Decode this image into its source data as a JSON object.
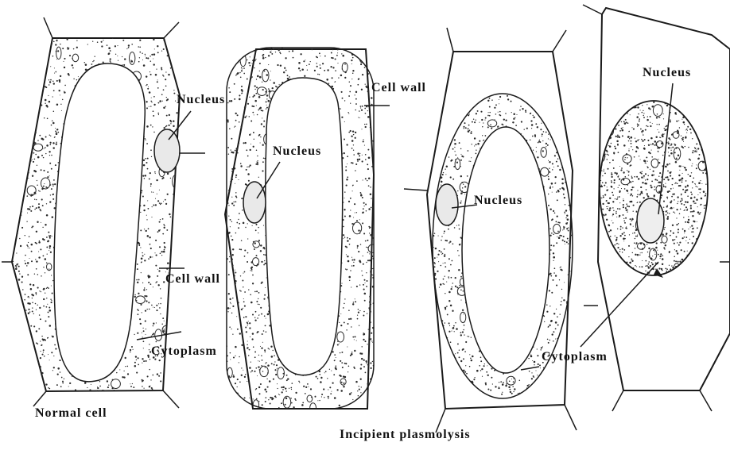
{
  "diagram": {
    "labels": {
      "cell1_nucleus": "Nucleus",
      "cell1_cell_wall": "Cell wall",
      "cell1_cytoplasm": "Cytoplasm",
      "cell1_caption": "Normal cell",
      "cell2_nucleus": "Nucleus",
      "cell2_cell_wall": "Cell wall",
      "cell3_nucleus": "Nucleus",
      "cell3_cytoplasm": "Cytoplasm",
      "cell4_nucleus": "Nucleus",
      "caption_center": "Incipient plasmolysis"
    },
    "colors": {
      "ink": "#1a1a1a",
      "stipple": "#2b2b2b",
      "background": "#ffffff"
    }
  }
}
